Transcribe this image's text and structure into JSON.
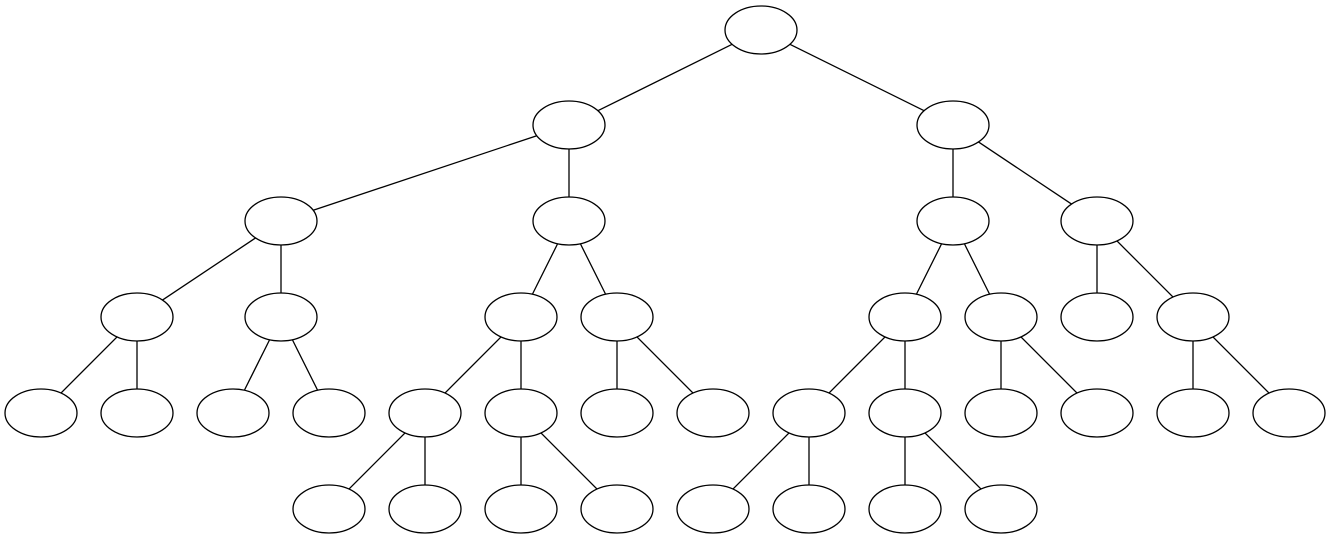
{
  "diagram": {
    "type": "tree",
    "node_labels_shown": false,
    "colors": {
      "stroke": "#000000",
      "fill": "#ffffff",
      "background": "#ffffff"
    },
    "parents": [
      null,
      0,
      0,
      1,
      1,
      2,
      2,
      3,
      3,
      4,
      4,
      5,
      5,
      6,
      6,
      7,
      7,
      8,
      8,
      9,
      9,
      10,
      10,
      11,
      11,
      12,
      12,
      14,
      14,
      19,
      19,
      20,
      20,
      23,
      23,
      24,
      24
    ]
  }
}
